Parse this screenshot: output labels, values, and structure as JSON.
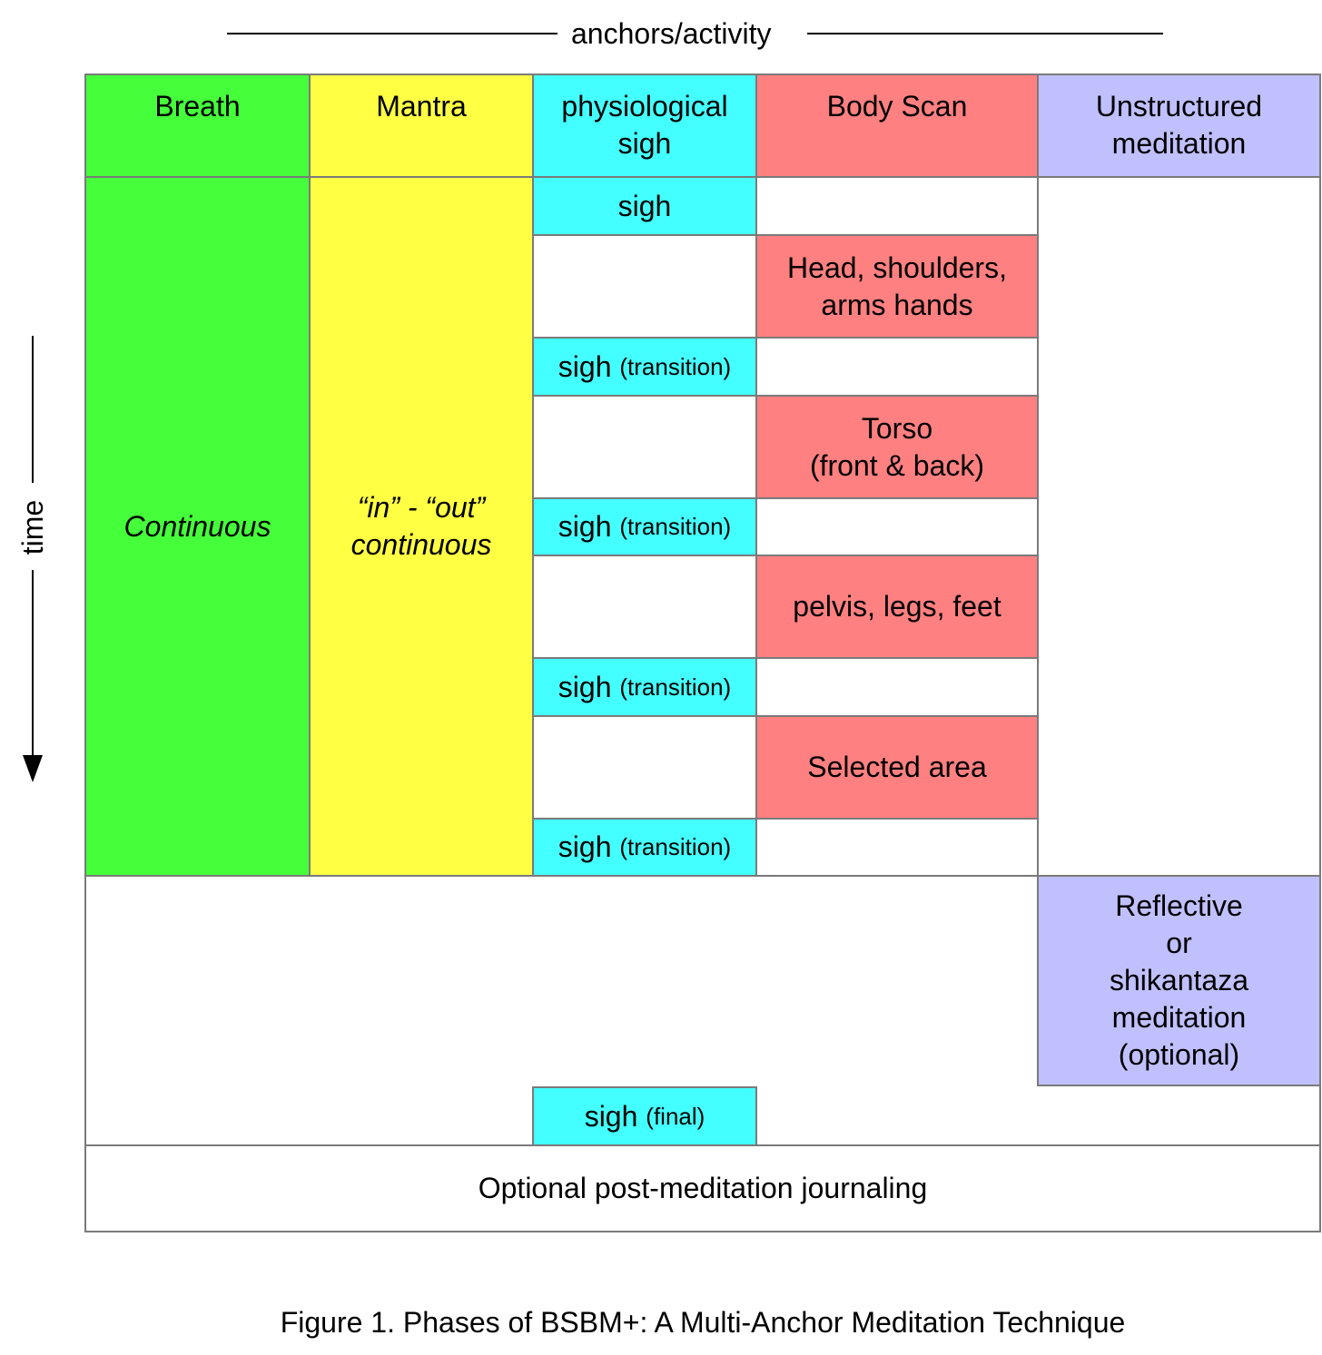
{
  "header": {
    "axis_label": "anchors/activity"
  },
  "time_axis": {
    "label": "time"
  },
  "columns": {
    "breath": "Breath",
    "mantra": "Mantra",
    "sigh": [
      "physiological",
      "sigh"
    ],
    "body_scan": "Body Scan",
    "unstructured": [
      "Unstructured",
      "meditation"
    ]
  },
  "breath_body": "Continuous",
  "mantra_body": [
    "“in” - “out”",
    "continuous"
  ],
  "sigh_first": "sigh",
  "sigh_transition": {
    "word": "sigh",
    "tag": "(transition)"
  },
  "sigh_final": {
    "word": "sigh",
    "tag": "(final)"
  },
  "body_scan_steps": {
    "head": [
      "Head, shoulders,",
      "arms hands"
    ],
    "torso": [
      "Torso",
      "(front & back)"
    ],
    "pelvis": "pelvis, legs, feet",
    "selected": "Selected area"
  },
  "reflective": [
    "Reflective",
    "or",
    "shikantaza",
    "meditation",
    "(optional)"
  ],
  "journaling": "Optional post-meditation journaling",
  "caption": "Figure 1. Phases of BSBM+: A Multi-Anchor Meditation Technique",
  "colors": {
    "breath": "#44ff3a",
    "mantra": "#ffff44",
    "sigh": "#44ffff",
    "body_scan": "#ff8080",
    "unstructured": "#c0c0ff",
    "border": "#7a7a7a"
  }
}
